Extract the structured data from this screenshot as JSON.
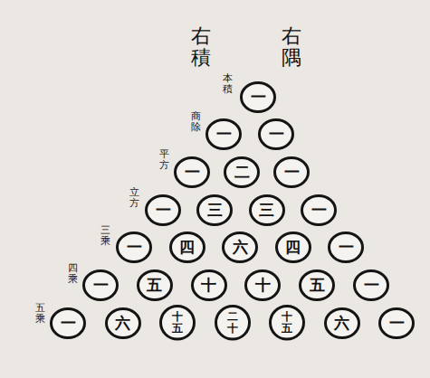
{
  "diagram": {
    "nodes": [
      {
        "text": [
          "一"
        ]
      },
      {
        "text": [
          "一"
        ]
      },
      {
        "text": [
          "一"
        ]
      },
      {
        "text": [
          "一"
        ]
      },
      {
        "text": [
          "二"
        ]
      },
      {
        "text": [
          "一"
        ]
      },
      {
        "text": [
          "一"
        ]
      },
      {
        "text": [
          "三"
        ]
      },
      {
        "text": [
          "三"
        ]
      },
      {
        "text": [
          "一"
        ]
      },
      {
        "text": [
          "一"
        ]
      },
      {
        "text": [
          "四"
        ]
      },
      {
        "text": [
          "六"
        ]
      },
      {
        "text": [
          "四"
        ]
      },
      {
        "text": [
          "一"
        ]
      },
      {
        "text": [
          "一"
        ]
      },
      {
        "text": [
          "五"
        ]
      },
      {
        "text": [
          "十"
        ]
      },
      {
        "text": [
          "十"
        ]
      },
      {
        "text": [
          "五"
        ]
      },
      {
        "text": [
          "一"
        ]
      },
      {
        "text": [
          "一"
        ]
      },
      {
        "text": [
          "六"
        ]
      },
      {
        "text": [
          "十五"
        ]
      },
      {
        "text": [
          "二十"
        ]
      },
      {
        "text": [
          "十五"
        ]
      },
      {
        "text": [
          "六"
        ]
      },
      {
        "text": [
          "一"
        ]
      }
    ],
    "labels": [
      "右積",
      "右隅",
      "本積",
      "商除",
      "平方",
      "立方",
      "三乘",
      "四乘",
      "五乘"
    ]
  }
}
